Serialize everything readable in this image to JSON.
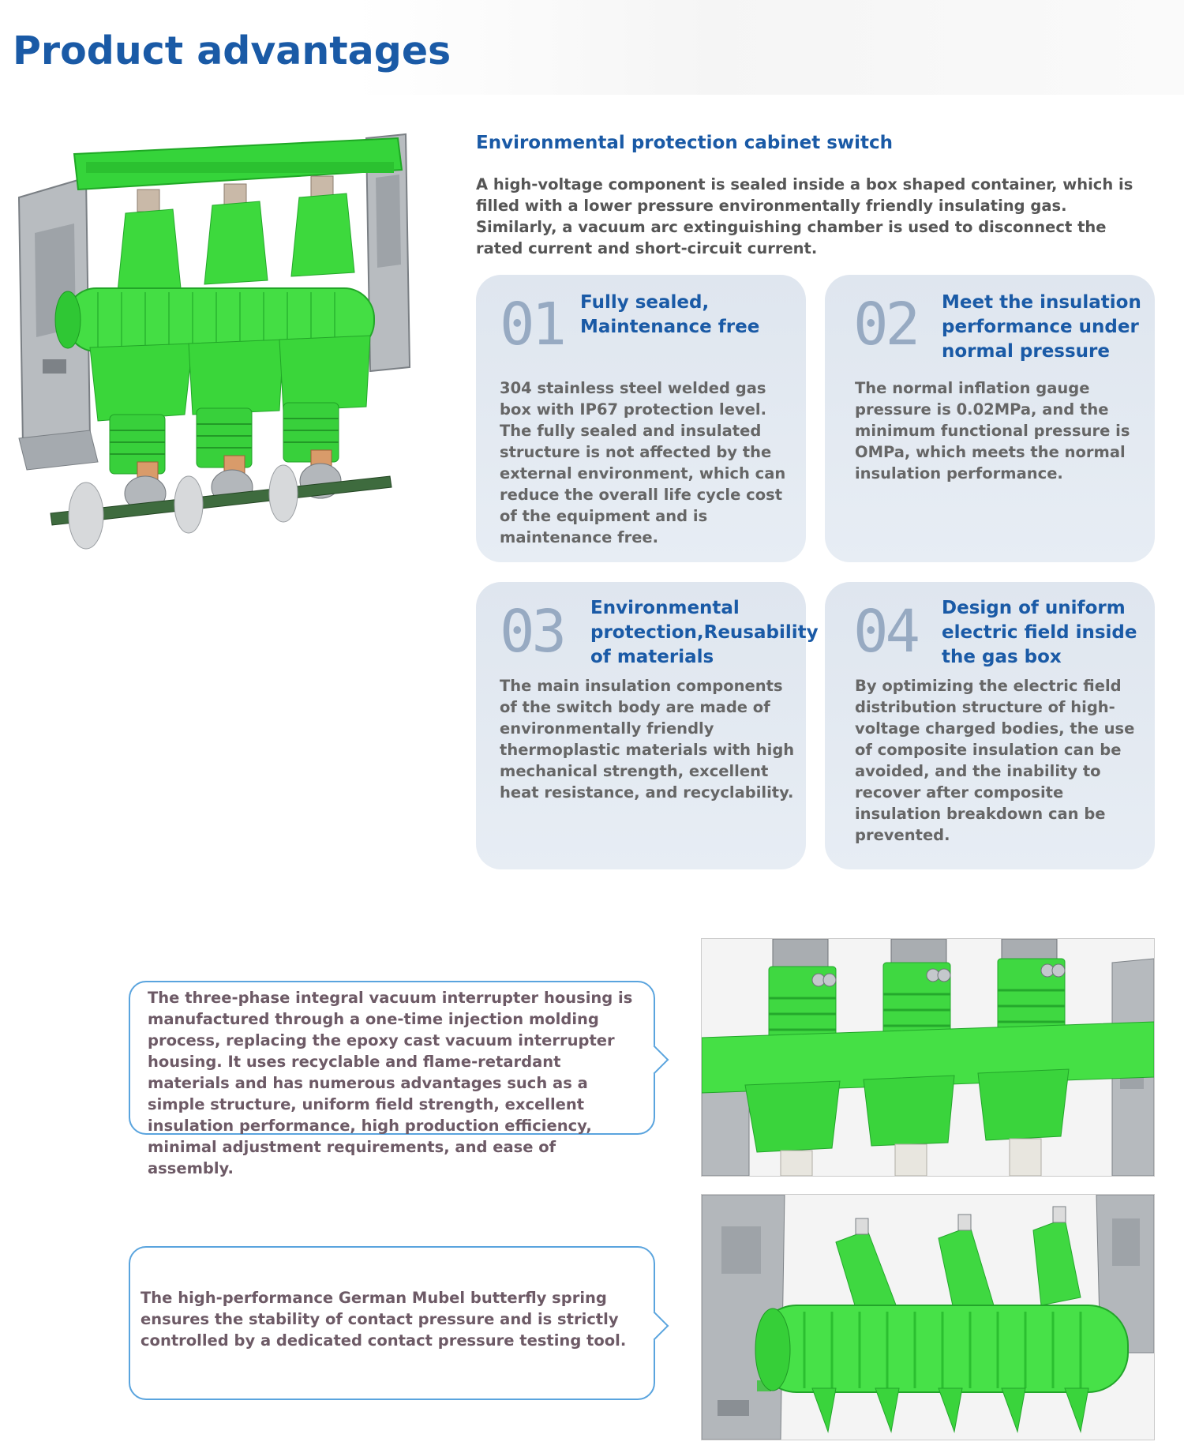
{
  "page": {
    "title": "Product advantages"
  },
  "intro": {
    "heading": "Environmental protection cabinet switch",
    "text": "A high-voltage component is sealed inside a box shaped container, which is filled with a lower pressure environmentally friendly insulating gas. Similarly, a vacuum arc extinguishing chamber is used to disconnect the rated current and short-circuit current."
  },
  "cards": [
    {
      "num": "01",
      "title_l1": "Fully sealed,",
      "title_l2": "Maintenance free",
      "title_l3": "",
      "body": "304 stainless steel welded gas box with IP67 protection level. The fully sealed and insulated structure is not affected by the external environment, which can reduce the overall life cycle cost of the equipment and is maintenance free."
    },
    {
      "num": "02",
      "title_l1": "Meet the insulation",
      "title_l2": "performance under",
      "title_l3": "normal pressure",
      "body": "The normal inflation gauge pressure is 0.02MPa, and the minimum functional pressure is OMPa, which meets the normal insulation performance."
    },
    {
      "num": "03",
      "title_l1": "Environmental",
      "title_l2": "protection,Reusability",
      "title_l3": "of materials",
      "body": "The main insulation components of the switch body are made of environmentally friendly thermoplastic materials with high mechanical strength, excellent heat resistance, and recyclability."
    },
    {
      "num": "04",
      "title_l1": "Design of uniform",
      "title_l2": "electric field inside",
      "title_l3": "the gas box",
      "body": "By optimizing the electric field distribution structure of high-voltage charged bodies, the use of composite insulation can be avoided, and the inability to recover after composite insulation breakdown can be prevented."
    }
  ],
  "callouts": [
    {
      "text": "The three-phase integral vacuum interrupter housing is manufactured through a one-time injection molding process, replacing the epoxy cast vacuum interrupter housing. It uses recyclable and flame-retardant materials and has numerous advantages such as a simple structure, uniform field strength, excellent insulation performance, high production efficiency, minimal adjustment requirements, and ease of assembly."
    },
    {
      "text": "The high-performance German Mubel butterfly spring ensures the stability of contact pressure and is strictly controlled by a dedicated contact pressure testing tool."
    }
  ],
  "colors": {
    "brand_blue": "#1a5aa6",
    "card_bg": "#e3e9f1",
    "card_num": "#97aac2",
    "part_green": "#3dd93d",
    "callout_border": "#5aa4de"
  }
}
